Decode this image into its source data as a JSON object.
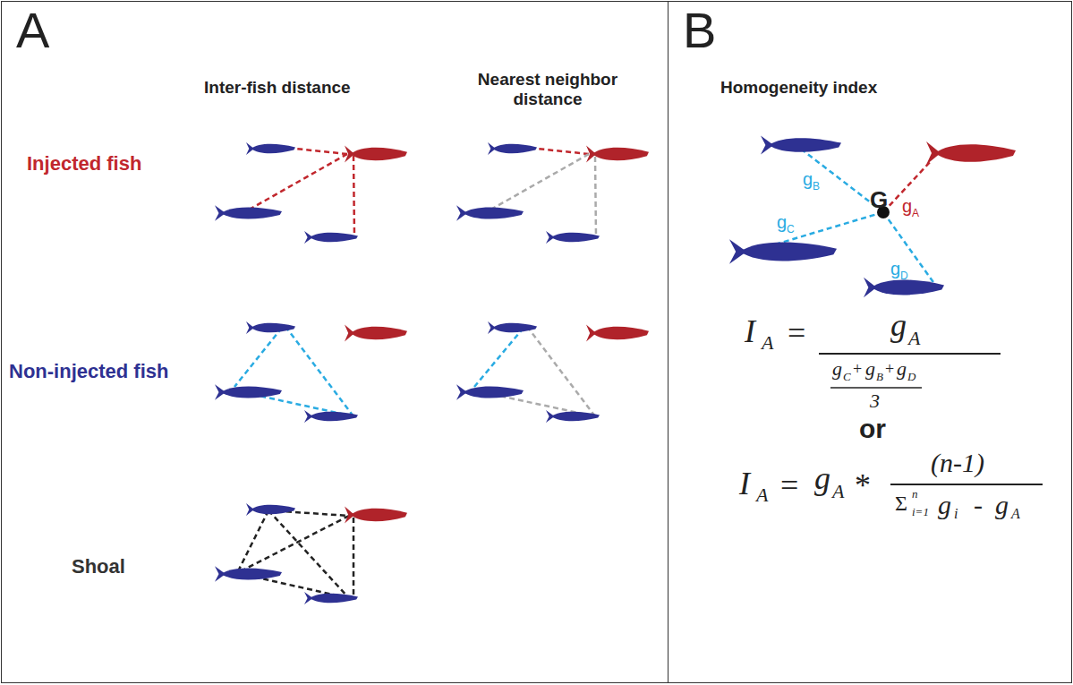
{
  "diagram": {
    "nodes": [
      {
        "text": [
          "A"
        ]
      },
      {
        "text": [
          "B"
        ]
      }
    ],
    "labels": [
      "Inter-fish distance",
      "Nearest neighbor distance",
      "Injected fish",
      "Non-injected fish",
      "Shoal",
      "Homogeneity index",
      "G",
      "g",
      "A",
      "g",
      "B",
      "g",
      "C",
      "g",
      "D",
      "I",
      "A",
      "=",
      "g",
      "A",
      "g",
      "C",
      "+",
      "g",
      "B",
      "+",
      "g",
      "D",
      "3",
      "or",
      "I",
      "A",
      "=",
      "g",
      "A",
      "*",
      "(n-1)",
      "Σ",
      "n",
      "i=1",
      "g",
      "i",
      "-",
      "g",
      "A"
    ]
  }
}
